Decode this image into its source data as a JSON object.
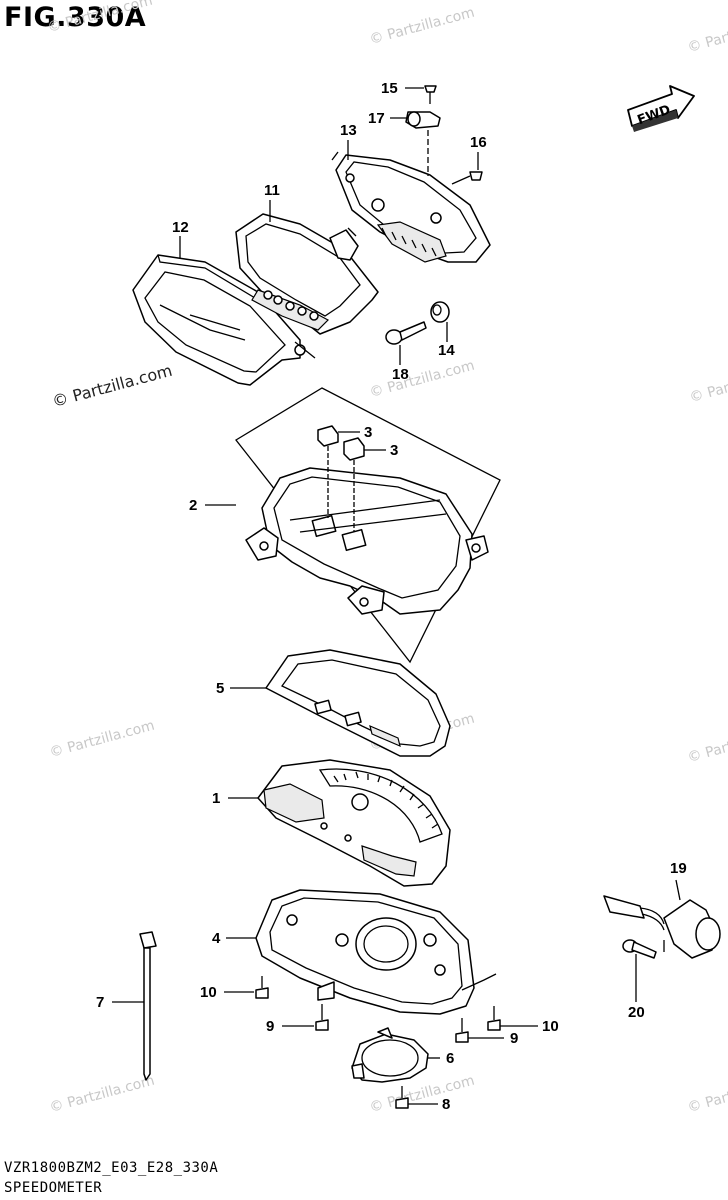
{
  "figure": {
    "title": "FIG.330A"
  },
  "footer": {
    "model_code": "VZR1800BZM2_E03_E28_330A",
    "section_name": "SPEEDOMETER"
  },
  "direction_label": "FWD",
  "watermark": {
    "text": "© Partzilla.com"
  },
  "callouts": {
    "p1": "1",
    "p2": "2",
    "p3a": "3",
    "p3b": "3",
    "p4": "4",
    "p5": "5",
    "p6": "6",
    "p7": "7",
    "p8": "8",
    "p9a": "9",
    "p9b": "9",
    "p10a": "10",
    "p10b": "10",
    "p11": "11",
    "p12": "12",
    "p13": "13",
    "p14": "14",
    "p15": "15",
    "p16": "16",
    "p17": "17",
    "p18": "18",
    "p19": "19",
    "p20": "20"
  }
}
